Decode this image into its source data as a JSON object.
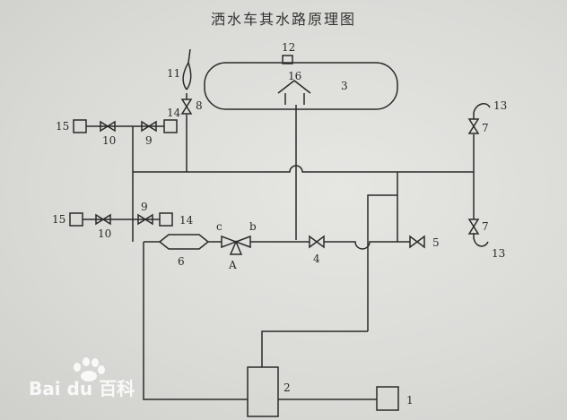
{
  "title": "洒水车其水路原理图",
  "labels": {
    "n1": "1",
    "n2": "2",
    "n3": "3",
    "n4": "4",
    "n5": "5",
    "n6": "6",
    "n7a": "7",
    "n7b": "7",
    "n8": "8",
    "n9a": "9",
    "n9b": "9",
    "n10a": "10",
    "n10b": "10",
    "n11": "11",
    "n12": "12",
    "n13a": "13",
    "n13b": "13",
    "n14a": "14",
    "n14b": "14",
    "n15a": "15",
    "n15b": "15",
    "n16": "16",
    "a": "A",
    "b": "b",
    "c": "c"
  },
  "watermark": {
    "text": "Bai du 百科",
    "brand": "Baidu",
    "color": "#ffffff"
  },
  "colors": {
    "line": "#2a2a2a",
    "paper": "#dadad7"
  }
}
